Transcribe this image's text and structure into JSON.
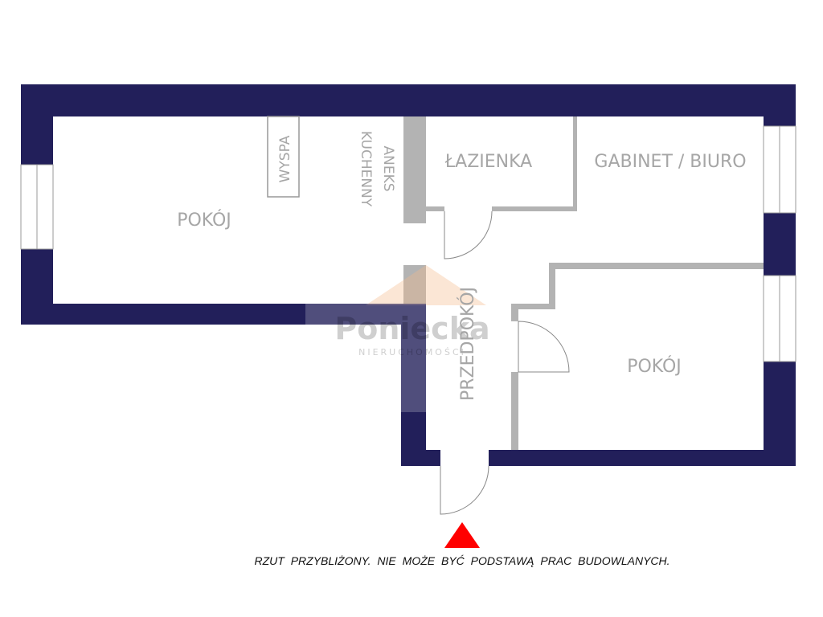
{
  "rooms": {
    "living_room": "POKÓJ",
    "island": "WYSPA",
    "kitchen_line1": "ANEKS",
    "kitchen_line2": "KUCHENNY",
    "bathroom": "ŁAZIENKA",
    "office": "GABINET / BIURO",
    "hallway": "PRZEDPOKÓJ",
    "bedroom": "POKÓJ"
  },
  "watermark": {
    "brand": "Poniecka",
    "sub": "NIERUCHOMOŚCI"
  },
  "caption": "RZUT PRZYBLIŻONY. NIE MOŻE BYĆ PODSTAWĄ PRAC BUDOWLANYCH.",
  "colors": {
    "wall": "#221f5a",
    "partition": "#b3b3b3",
    "entrance_marker": "#ff0000"
  }
}
